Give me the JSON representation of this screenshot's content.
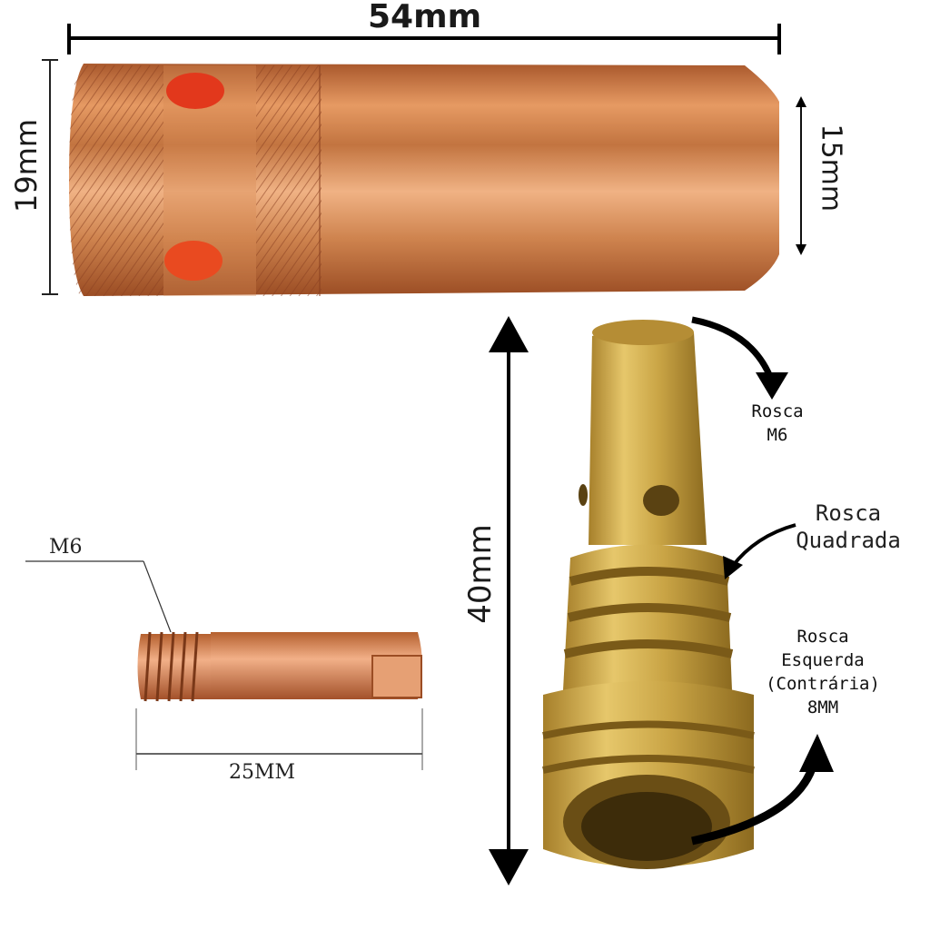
{
  "dimensions": {
    "nozzle_length": "54mm",
    "nozzle_diameter_back": "19mm",
    "nozzle_diameter_front": "15mm",
    "holder_length": "40mm",
    "tip_length": "25MM",
    "tip_thread": "M6"
  },
  "callouts": {
    "thread_m6_line1": "Rosca",
    "thread_m6_line2": "M6",
    "square_line1": "Rosca",
    "square_line2": "Quadrada",
    "left_line1": "Rosca",
    "left_line2": "Esquerda",
    "left_line3": "(Contrária)",
    "left_line4": "8MM"
  },
  "colors": {
    "copper": "#c9743e",
    "brass": "#c9a445",
    "marker": "#e2381c"
  }
}
